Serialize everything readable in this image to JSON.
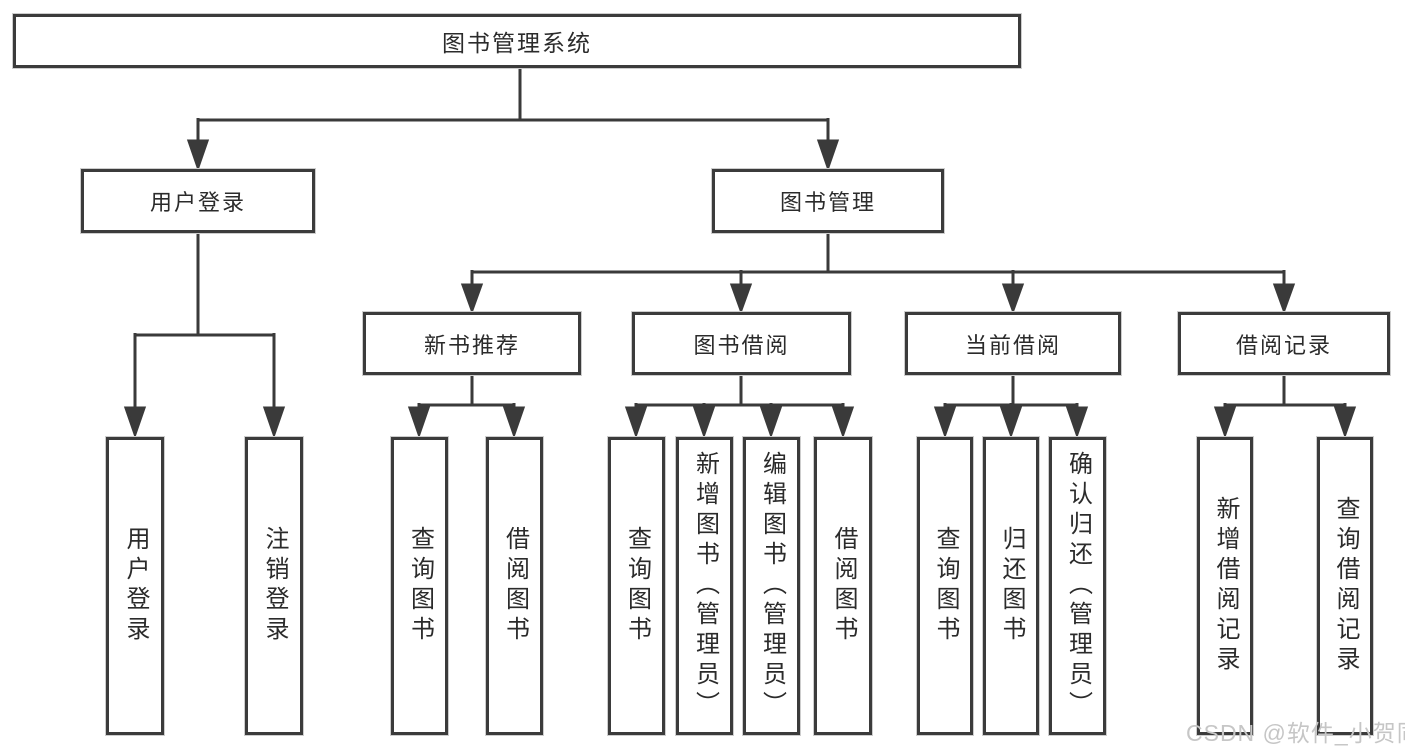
{
  "diagram_title": "图书管理系统",
  "colors": {
    "background": "#ffffff",
    "line": "#3a3a3a",
    "box_border": "#3b3b3b",
    "text": "#2b2b2b",
    "watermark": "#c6c6c6"
  },
  "nodes": {
    "root": {
      "label": "图书管理系统"
    },
    "user_login": {
      "label": "用户登录"
    },
    "book_mgmt": {
      "label": "图书管理"
    },
    "new_book_rec": {
      "label": "新书推荐"
    },
    "book_borrow": {
      "label": "图书借阅"
    },
    "current_borrow": {
      "label": "当前借阅"
    },
    "borrow_record": {
      "label": "借阅记录"
    },
    "ul_user_login": {
      "label": "用户登录"
    },
    "ul_logout": {
      "label": "注销登录"
    },
    "nr_query_book": {
      "label": "查询图书"
    },
    "nr_borrow_book": {
      "label": "借阅图书"
    },
    "bb_query_book": {
      "label": "查询图书"
    },
    "bb_add_book": {
      "label": "新增图书（管理员）"
    },
    "bb_edit_book": {
      "label": "编辑图书（管理员）"
    },
    "bb_borrow_book": {
      "label": "借阅图书"
    },
    "cb_query_book": {
      "label": "查询图书"
    },
    "cb_return_book": {
      "label": "归还图书"
    },
    "cb_confirm_return": {
      "label": "确认归还（管理员）"
    },
    "br_add_record": {
      "label": "新增借阅记录"
    },
    "br_query_record": {
      "label": "查询借阅记录"
    }
  },
  "hierarchy": {
    "root": [
      "user_login",
      "book_mgmt"
    ],
    "user_login": [
      "ul_user_login",
      "ul_logout"
    ],
    "book_mgmt": [
      "new_book_rec",
      "book_borrow",
      "current_borrow",
      "borrow_record"
    ],
    "new_book_rec": [
      "nr_query_book",
      "nr_borrow_book"
    ],
    "book_borrow": [
      "bb_query_book",
      "bb_add_book",
      "bb_edit_book",
      "bb_borrow_book"
    ],
    "current_borrow": [
      "cb_query_book",
      "cb_return_book",
      "cb_confirm_return"
    ],
    "borrow_record": [
      "br_add_record",
      "br_query_record"
    ]
  },
  "watermark": {
    "text": "CSDN @软件_小贺同学"
  }
}
